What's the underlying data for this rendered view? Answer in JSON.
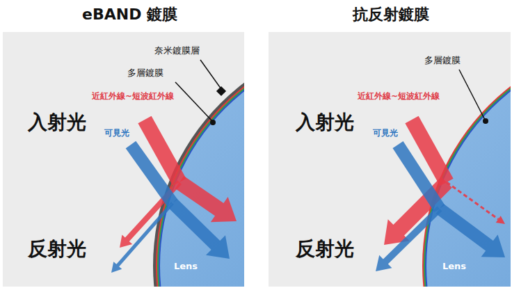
{
  "diagram": {
    "labels": [
      "eBAND 鍍膜",
      "奈米鍍膜層",
      "多層鍍膜",
      "近紅外線~短波紅外線",
      "入射光",
      "可見光",
      "反射光",
      "Lens",
      "抗反射鍍膜",
      "多層鍍膜",
      "近紅外線~短波紅外線",
      "入射光",
      "可見光",
      "反射光",
      "Lens"
    ]
  }
}
